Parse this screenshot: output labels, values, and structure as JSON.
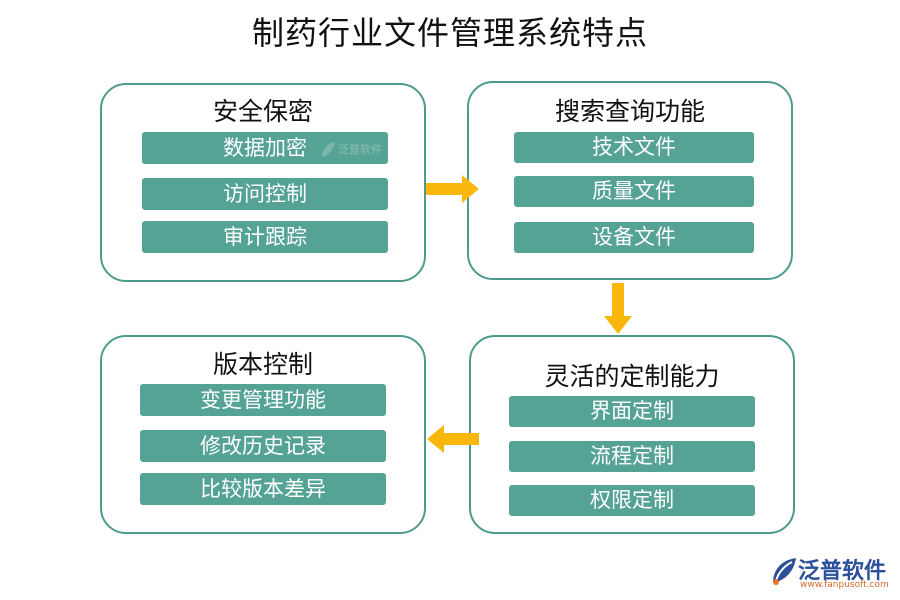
{
  "title": "制药行业文件管理系统特点",
  "colors": {
    "card_border": "#4f9a8e",
    "item_fill": "#55a394",
    "arrow": "#f8b70a",
    "item_text": "#ffffff"
  },
  "cards": [
    {
      "title": "安全保密",
      "items": [
        "数据加密",
        "访问控制",
        "审计跟踪"
      ]
    },
    {
      "title": "搜索查询功能",
      "items": [
        "技术文件",
        "质量文件",
        "设备文件"
      ]
    },
    {
      "title": "灵活的定制能力",
      "items": [
        "界面定制",
        "流程定制",
        "权限定制"
      ]
    },
    {
      "title": "版本控制",
      "items": [
        "变更管理功能",
        "修改历史记录",
        "比较版本差异"
      ]
    }
  ],
  "arrows": [
    {
      "from": "安全保密",
      "to": "搜索查询功能",
      "direction": "right"
    },
    {
      "from": "搜索查询功能",
      "to": "灵活的定制能力",
      "direction": "down"
    },
    {
      "from": "灵活的定制能力",
      "to": "版本控制",
      "direction": "left"
    }
  ],
  "logo": {
    "name": "泛普软件",
    "url": "www.fanpusoft.com",
    "icon": "leaf-logo-icon"
  },
  "watermark": {
    "text": "泛普软件",
    "icon": "leaf-logo-icon"
  }
}
